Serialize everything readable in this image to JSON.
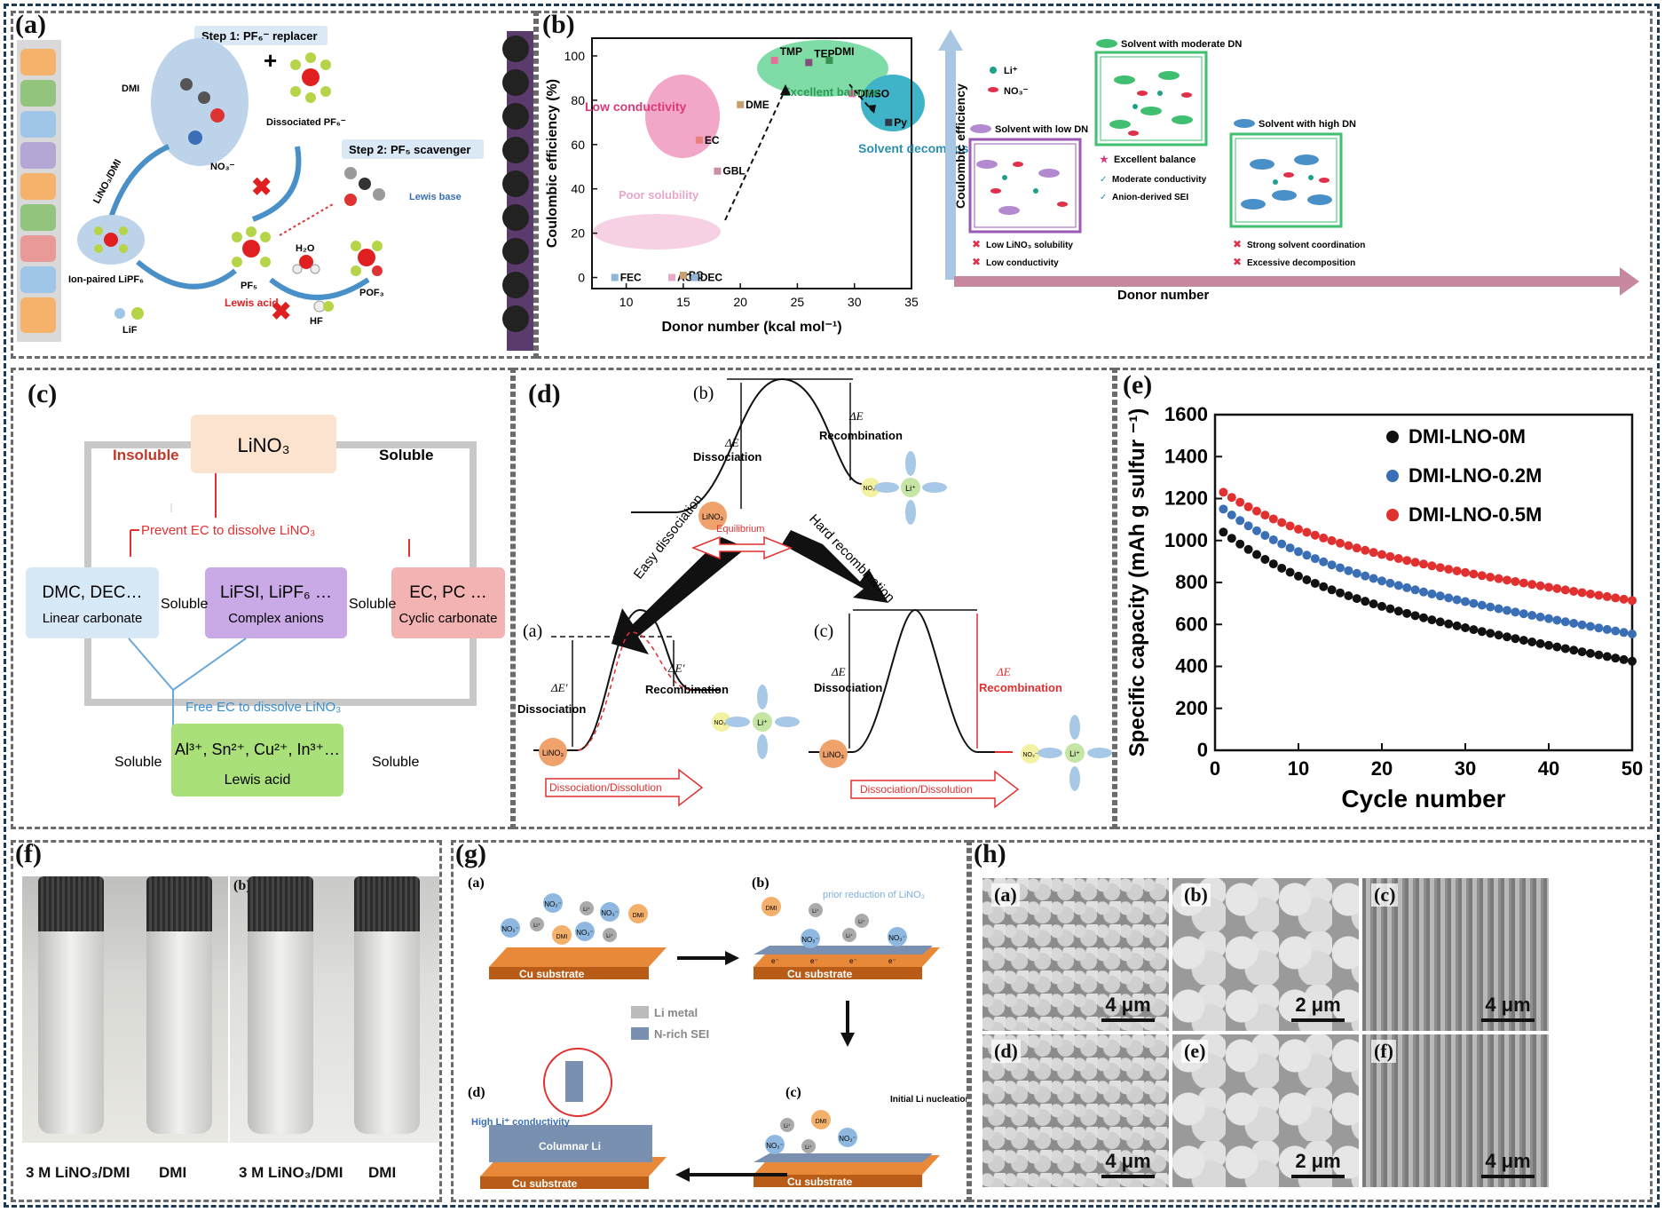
{
  "labels": {
    "a": "(a)",
    "b": "(b)",
    "c": "(c)",
    "d": "(d)",
    "e": "(e)",
    "f": "(f)",
    "g": "(g)",
    "h": "(h)"
  },
  "panel_a": {
    "step1": "Step 1: PF₆⁻ replacer",
    "step2": "Step 2: PF₅ scavenger",
    "dmi": "DMI",
    "no3": "NO₃⁻",
    "dissociated": "Dissociated PF₆⁻",
    "linodmi": "LiNO₃/DMI",
    "ionpaired": "Ion-paired LiPF₆",
    "pf5": "PF₅",
    "lewis_acid": "Lewis acid",
    "lewis_base": "Lewis base",
    "h2o": "H₂O",
    "hf": "HF",
    "pof3": "POF₃",
    "lif": "LiF"
  },
  "panel_b": {
    "ylabel": "Coulombic efficiency (%)",
    "xlabel": "Donor number (kcal mol⁻¹)",
    "xticks": [
      "10",
      "15",
      "20",
      "25",
      "30",
      "35"
    ],
    "yticks": [
      "0",
      "20",
      "40",
      "60",
      "80",
      "100"
    ],
    "regions": {
      "low_cond": "Low conductivity",
      "poor_sol": "Poor solubility",
      "balance": "Excellent balance",
      "decomp": "Solvent decomposition"
    },
    "schematic": {
      "yaxis": "Coulombic efficiency",
      "xaxis": "Donor number",
      "li": "Li⁺",
      "no3": "NO₃⁻",
      "moderate": "Solvent with moderate DN",
      "low": "Solvent with low DN",
      "high": "Solvent with high DN",
      "excellent": "Excellent balance",
      "mod_cond": "Moderate conductivity",
      "anion_sei": "Anion-derived SEI",
      "low_sol": "Low LiNO₃ solubility",
      "low_cond": "Low conductivity",
      "strong": "Strong solvent coordination",
      "excessive": "Excessive decomposition"
    }
  },
  "chart_data": [
    {
      "type": "scatter",
      "title": "",
      "xlabel": "Donor number (kcal mol⁻¹)",
      "ylabel": "Coulombic efficiency (%)",
      "xlim": [
        7,
        35
      ],
      "ylim": [
        -5,
        108
      ],
      "points": [
        {
          "label": "FEC",
          "x": 9,
          "y": 0,
          "color": "#8fb8d8"
        },
        {
          "label": "ACN",
          "x": 14,
          "y": 0,
          "color": "#e8a8c8"
        },
        {
          "label": "PC",
          "x": 15,
          "y": 1,
          "color": "#c8a070"
        },
        {
          "label": "DEC",
          "x": 16,
          "y": 0,
          "color": "#8fb8d8"
        },
        {
          "label": "EC",
          "x": 16.4,
          "y": 62,
          "color": "#e88080"
        },
        {
          "label": "GBL",
          "x": 18,
          "y": 48,
          "color": "#c890a8"
        },
        {
          "label": "DME",
          "x": 20,
          "y": 78,
          "color": "#c8a070"
        },
        {
          "label": "TMP",
          "x": 23,
          "y": 98,
          "color": "#e87098"
        },
        {
          "label": "TEP",
          "x": 26,
          "y": 97,
          "color": "#805078"
        },
        {
          "label": "DMI",
          "x": 27.8,
          "y": 98,
          "color": "#3a9050"
        },
        {
          "label": "DMSO",
          "x": 29.8,
          "y": 83,
          "color": "#e87098"
        },
        {
          "label": "Py",
          "x": 33,
          "y": 70,
          "color": "#303848"
        }
      ]
    },
    {
      "type": "scatter",
      "title": "",
      "xlabel": "Cycle number",
      "ylabel": "Specific capacity (mAh g sulfur ⁻¹)",
      "xlim": [
        0,
        50
      ],
      "ylim": [
        0,
        1600
      ],
      "xticks": [
        0,
        10,
        20,
        30,
        40,
        50
      ],
      "yticks": [
        0,
        200,
        400,
        600,
        800,
        1000,
        1200,
        1400,
        1600
      ],
      "legend": "top-right",
      "series": [
        {
          "name": "DMI-LNO-0M",
          "color": "#111111",
          "start": 1040,
          "end": 420
        },
        {
          "name": "DMI-LNO-0.2M",
          "color": "#3a6fb5",
          "start": 1150,
          "end": 550
        },
        {
          "name": "DMI-LNO-0.5M",
          "color": "#e03030",
          "start": 1230,
          "end": 710
        }
      ]
    }
  ],
  "panel_c": {
    "lino3": "LiNO₃",
    "insoluble": "Insoluble",
    "soluble": "Soluble",
    "prevent": "Prevent EC to dissolve LiNO₃",
    "dmc": "DMC, DEC…",
    "linear": "Linear carbonate",
    "lifsi": "LiFSI, LiPF₆ …",
    "complex": "Complex anions",
    "ec": "EC, PC …",
    "cyclic": "Cyclic carbonate",
    "free": "Free EC to dissolve LiNO₃",
    "ions": "Al³⁺, Sn²⁺, Cu²⁺, In³⁺…",
    "lewis": "Lewis acid"
  },
  "panel_d": {
    "b": "(b)",
    "a": "(a)",
    "c": "(c)",
    "dE": "ΔE",
    "dEp": "ΔE′",
    "dissociation": "Dissociation",
    "recombination": "Recombination",
    "lino3": "LiNO₃",
    "no3": "NO₃⁻",
    "li": "Li⁺",
    "easy": "Easy dissociation",
    "hard": "Hard recombination",
    "equilibrium": "Equilibrium",
    "diss_diss": "Dissociation/Dissolution"
  },
  "panel_f": {
    "l1": "3 M LiNO₃/DMI",
    "l2": "DMI",
    "l3": "3 M LiNO₃/DMI",
    "l4": "DMI",
    "sub_b": "(b)"
  },
  "panel_g": {
    "a": "(a)",
    "b": "(b)",
    "c": "(c)",
    "d": "(d)",
    "cu": "Cu substrate",
    "prior": "prior reduction of LiNO₃",
    "li_metal": "Li metal",
    "nsei": "N-rich SEI",
    "high": "High Li⁺ conductivity",
    "columnar": "Columnar Li",
    "initial": "Initial Li nucleation /growth",
    "no3": "NO₃⁻",
    "li": "Li⁺",
    "dmi": "DMI",
    "e": "e⁻"
  },
  "panel_h": {
    "tiles": [
      {
        "lab": "(a)",
        "scale": "4 μm"
      },
      {
        "lab": "(b)",
        "scale": "2 μm"
      },
      {
        "lab": "(c)",
        "scale": "4 μm"
      },
      {
        "lab": "(d)",
        "scale": "4 μm"
      },
      {
        "lab": "(e)",
        "scale": "2 μm"
      },
      {
        "lab": "(f)",
        "scale": "4 μm"
      }
    ]
  },
  "colors": {
    "frame": "#1f3a55",
    "pink": "#f2a7c9",
    "green": "#7fdca6",
    "teal": "#3fb4c9",
    "red": "#e03030",
    "blue": "#3a6fb5"
  }
}
